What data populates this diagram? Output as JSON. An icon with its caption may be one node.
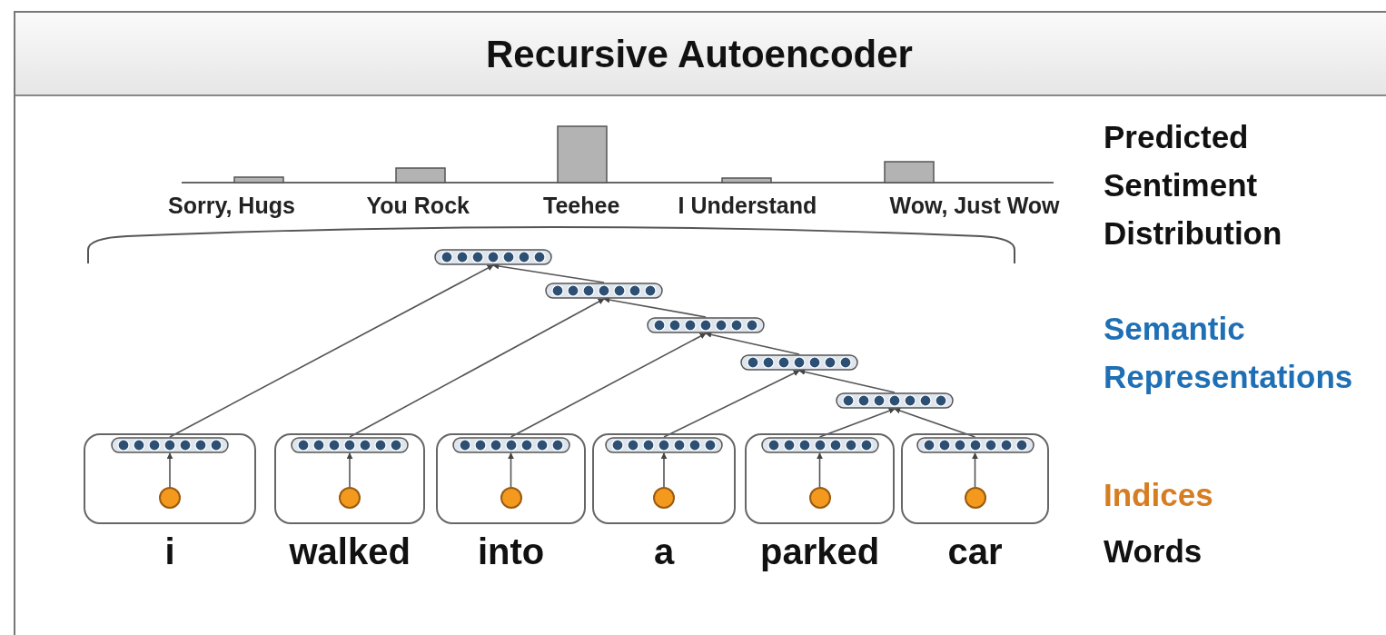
{
  "diagram": {
    "title": "Recursive Autoencoder",
    "nodes": [
      {
        "text": [],
        "shape": "bar"
      },
      {
        "text": [],
        "shape": "bar"
      },
      {
        "text": [],
        "shape": "bar"
      },
      {
        "text": [],
        "shape": "bar"
      },
      {
        "text": [],
        "shape": "bar"
      },
      {
        "text": [],
        "shape": "box",
        "beside": [
          "i"
        ]
      },
      {
        "text": [],
        "shape": "bar",
        "in": 5
      },
      {
        "text": [],
        "shape": "circle",
        "in": 5
      },
      {
        "text": [],
        "shape": "box",
        "beside": [
          "walked"
        ]
      },
      {
        "text": [],
        "shape": "bar",
        "in": 8
      },
      {
        "text": [],
        "shape": "circle",
        "in": 8
      },
      {
        "text": [],
        "shape": "box",
        "beside": [
          "into"
        ]
      },
      {
        "text": [],
        "shape": "bar",
        "in": 11
      },
      {
        "text": [],
        "shape": "circle",
        "in": 11
      },
      {
        "text": [],
        "shape": "box",
        "beside": [
          "a"
        ]
      },
      {
        "text": [],
        "shape": "bar",
        "in": 14
      },
      {
        "text": [],
        "shape": "circle",
        "in": 14
      },
      {
        "text": [],
        "shape": "box",
        "beside": [
          "parked"
        ]
      },
      {
        "text": [],
        "shape": "bar",
        "in": 17
      },
      {
        "text": [],
        "shape": "circle",
        "in": 17
      },
      {
        "text": [],
        "shape": "box",
        "beside": [
          "car"
        ]
      },
      {
        "text": [],
        "shape": "bar",
        "in": 20
      },
      {
        "text": [],
        "shape": "circle",
        "in": 20
      }
    ],
    "edges": [
      {
        "from": 6,
        "to": 0,
        "arrow": "to"
      },
      {
        "from": 1,
        "to": 0,
        "arrow": "to"
      },
      {
        "from": 9,
        "to": 1,
        "arrow": "to"
      },
      {
        "from": 2,
        "to": 1,
        "arrow": "to"
      },
      {
        "from": 12,
        "to": 2,
        "arrow": "to"
      },
      {
        "from": 3,
        "to": 2,
        "arrow": "to"
      },
      {
        "from": 15,
        "to": 3,
        "arrow": "to"
      },
      {
        "from": 4,
        "to": 3,
        "arrow": "to"
      },
      {
        "from": 18,
        "to": 4,
        "arrow": "to"
      },
      {
        "from": 21,
        "to": 4,
        "arrow": "to"
      },
      {
        "from": 7,
        "to": 6,
        "arrow": "to"
      },
      {
        "from": 10,
        "to": 9,
        "arrow": "to"
      },
      {
        "from": 13,
        "to": 12,
        "arrow": "to"
      },
      {
        "from": 16,
        "to": 15,
        "arrow": "to"
      },
      {
        "from": 19,
        "to": 18,
        "arrow": "to"
      },
      {
        "from": 22,
        "to": 21,
        "arrow": "to"
      }
    ],
    "labels": [
      "Sorry, Hugs",
      "You Rock",
      "Teehee",
      "I Understand",
      "Wow, Just Wow",
      "Predicted Sentiment Distribution",
      "Semantic Representations",
      "Indices",
      "Words"
    ]
  }
}
